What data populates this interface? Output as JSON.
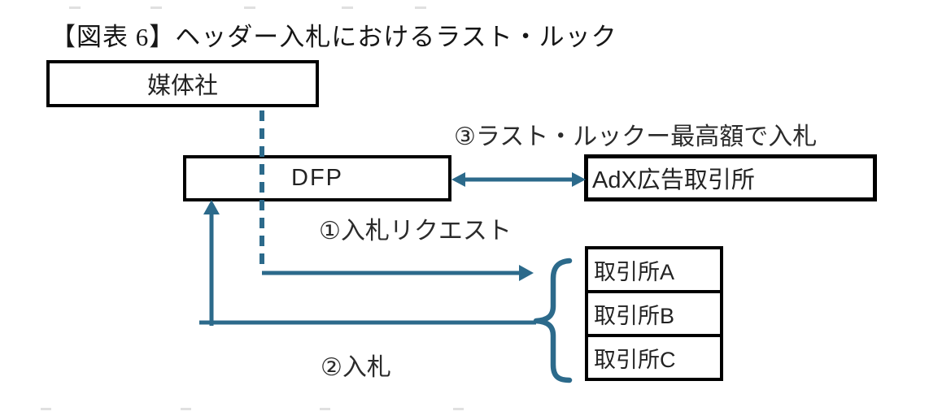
{
  "figure": {
    "title": "【図表 6】ヘッダー入札におけるラスト・ルック",
    "nodes": {
      "publisher": "媒体社",
      "dfp": "DFP",
      "adx": "AdX広告取引所",
      "exchanges": [
        "取引所A",
        "取引所B",
        "取引所C"
      ]
    },
    "labels": {
      "step1": "①入札リクエスト",
      "step2": "②入札",
      "step3": "③ラスト・ルックー最高額で入札"
    },
    "colors": {
      "arrow": "#2c6a8b",
      "box_border": "#000000",
      "text": "#222222",
      "background": "#ffffff"
    }
  }
}
